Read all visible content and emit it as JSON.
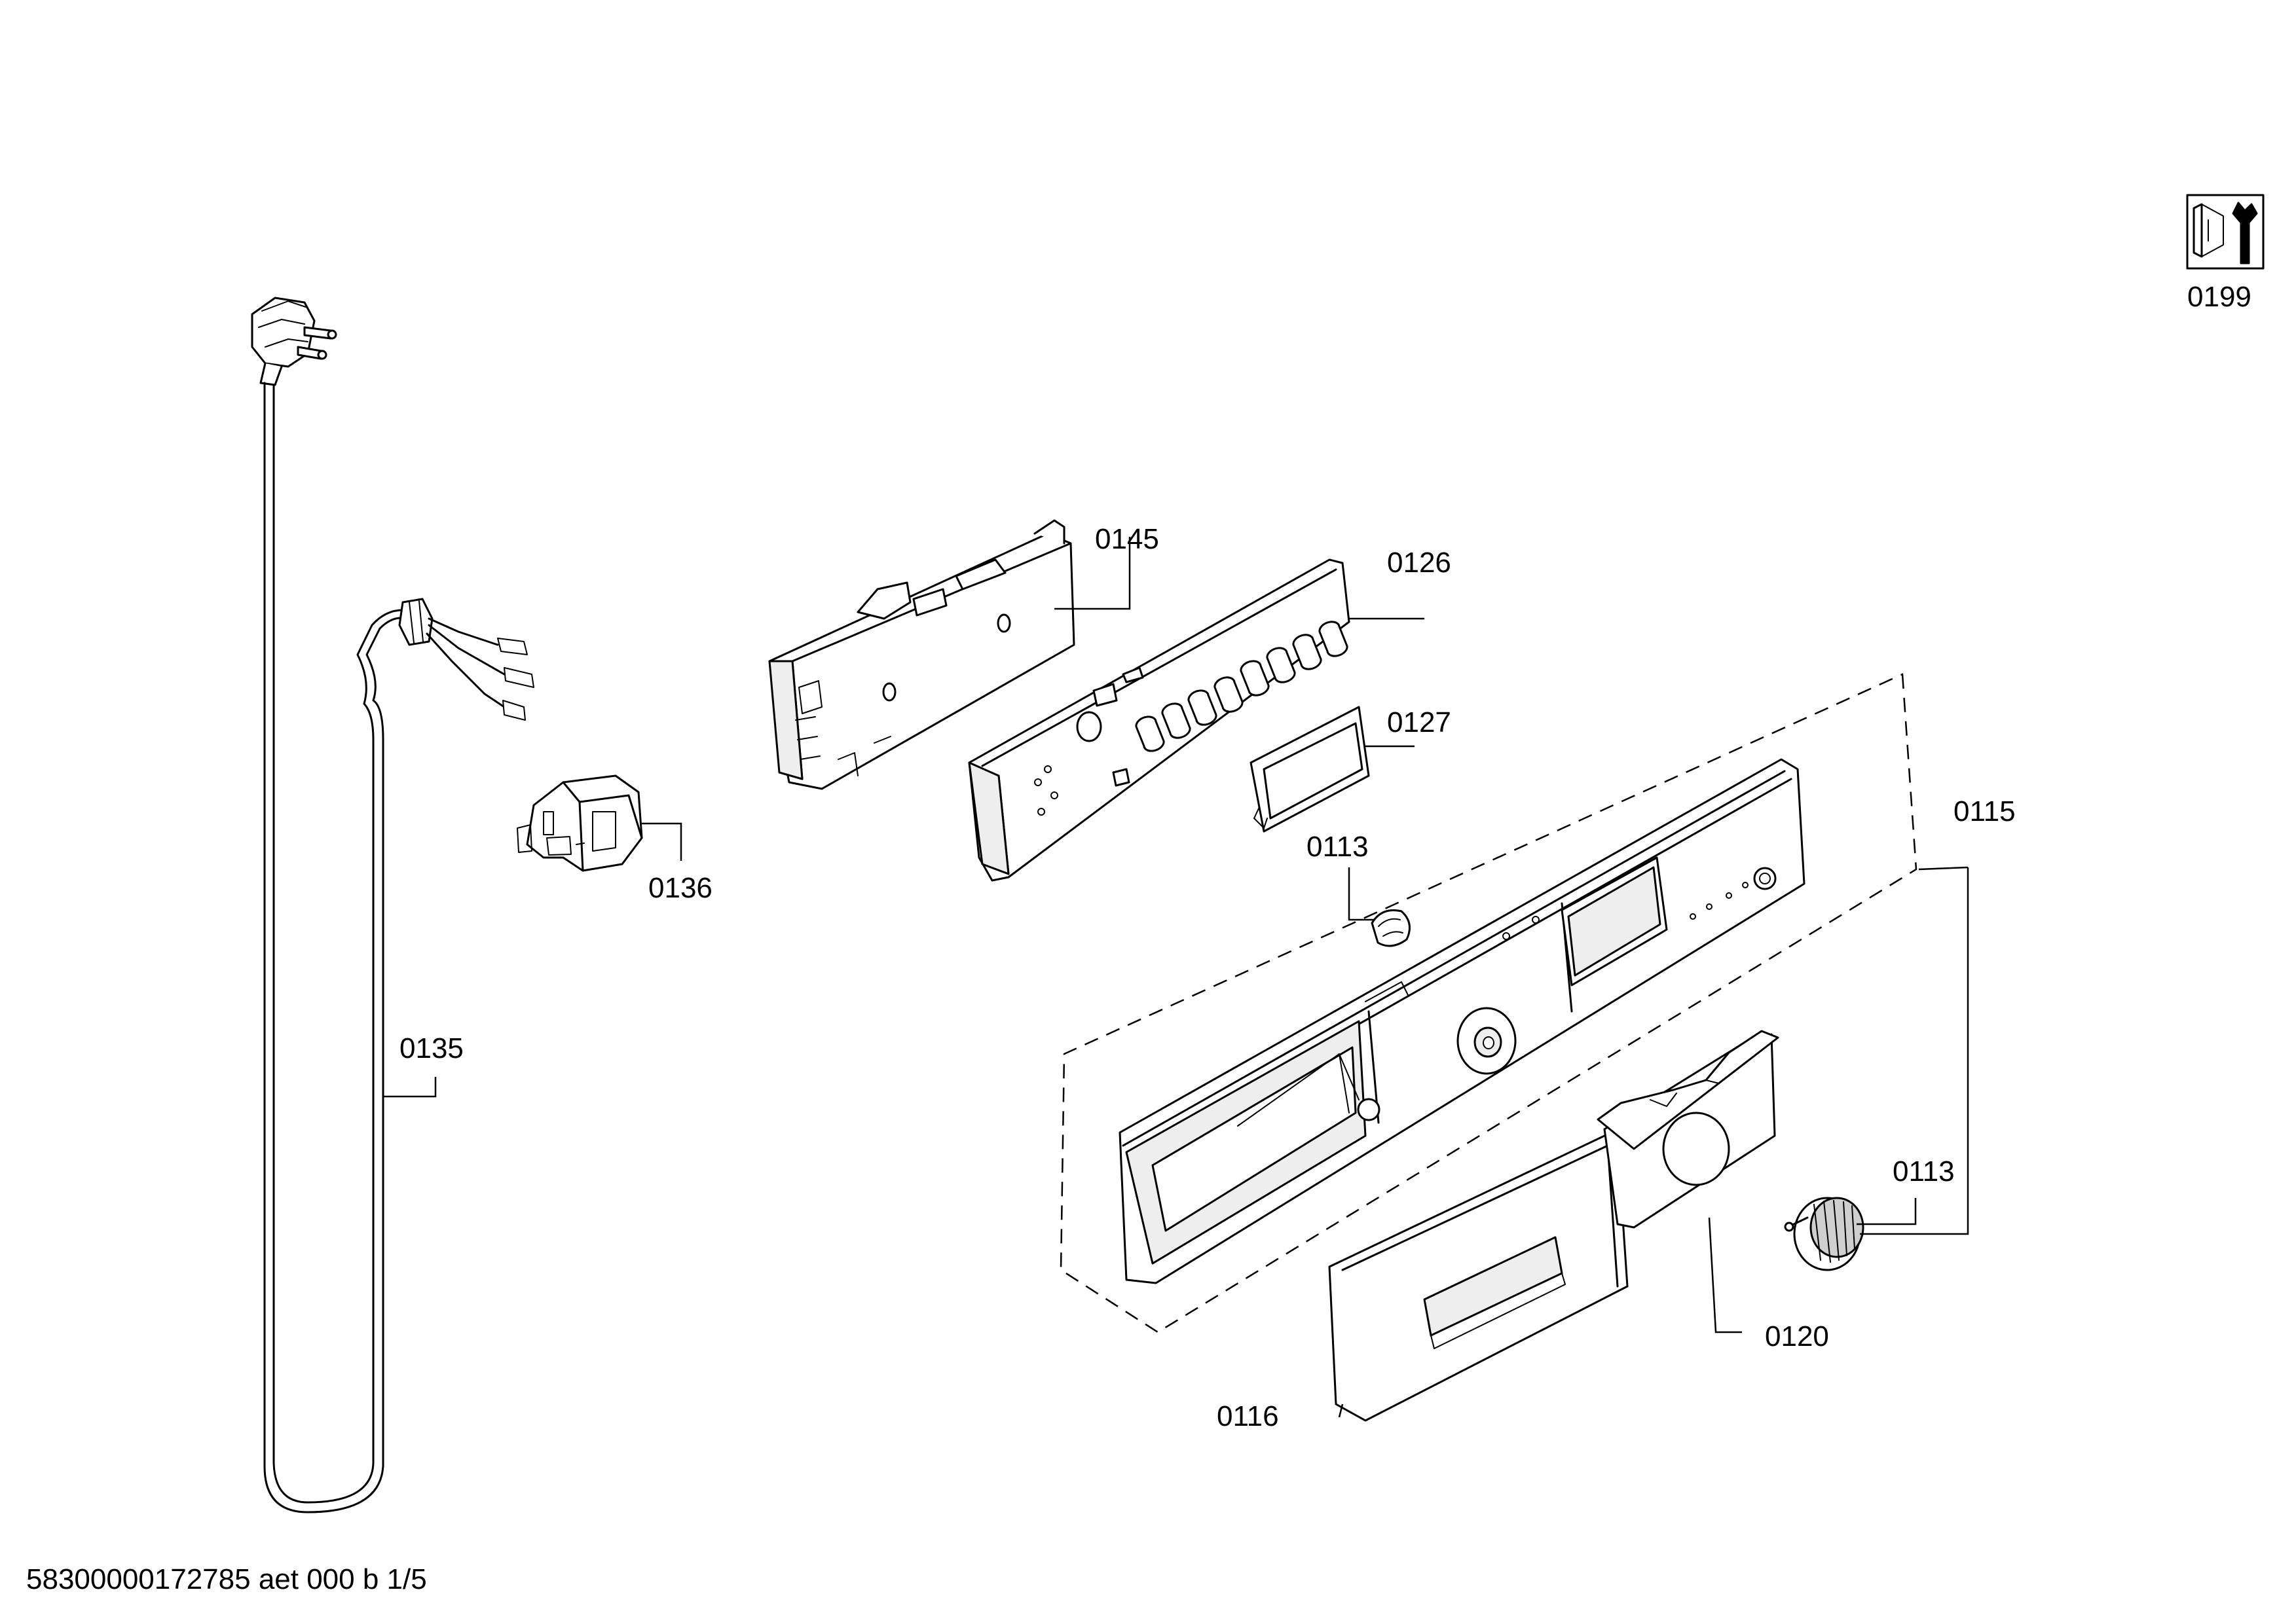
{
  "labels": {
    "tool_icon": "0199",
    "p0145": "0145",
    "p0126": "0126",
    "p0127": "0127",
    "p0113_top": "0113",
    "p0115": "0115",
    "p0113_knob": "0113",
    "p0136": "0136",
    "p0135": "0135",
    "p0120": "0120",
    "p0116": "0116"
  },
  "footer": "58300000172785 aet 000 b 1/5",
  "icons": {
    "service": "screw-wrench-icon"
  }
}
